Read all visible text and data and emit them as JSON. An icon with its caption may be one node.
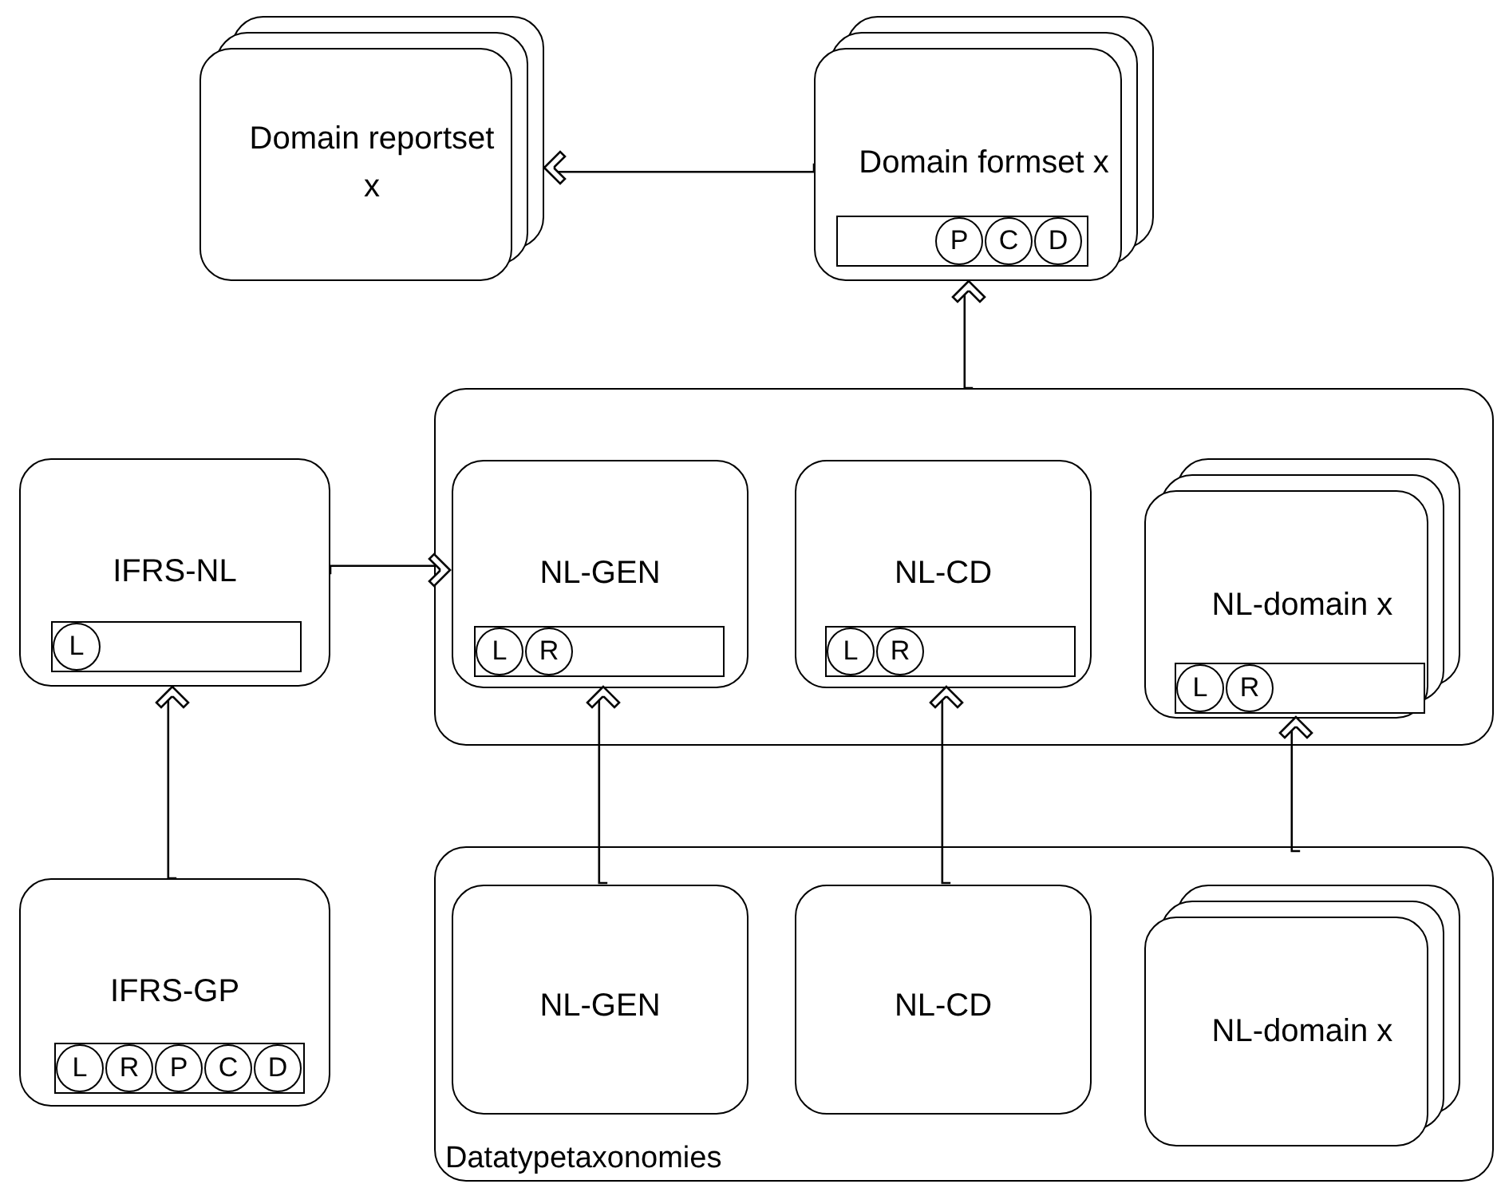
{
  "diagram": {
    "nodes": [
      {
        "text": [
          "Domain reportset x"
        ]
      },
      {
        "text": [
          "Domain formset x"
        ]
      },
      {
        "text": [
          "P"
        ],
        "in": 1
      },
      {
        "text": [
          "C"
        ],
        "in": 1
      },
      {
        "text": [
          "D"
        ],
        "in": 1
      },
      {
        "text": [
          "IFRS-NL"
        ]
      },
      {
        "text": [
          "L"
        ],
        "in": 5
      },
      {
        "text": [],
        "shape": "box"
      },
      {
        "text": [
          "NL-GEN"
        ],
        "in": 7
      },
      {
        "text": [
          "L"
        ],
        "in": 8
      },
      {
        "text": [
          "R"
        ],
        "in": 8
      },
      {
        "text": [
          "NL-CD"
        ],
        "in": 7
      },
      {
        "text": [
          "L"
        ],
        "in": 11
      },
      {
        "text": [
          "R"
        ],
        "in": 11
      },
      {
        "text": [
          "NL-domain x"
        ],
        "in": 7
      },
      {
        "text": [
          "L"
        ],
        "in": 14
      },
      {
        "text": [
          "R"
        ],
        "in": 14
      },
      {
        "text": [
          "IFRS-GP"
        ]
      },
      {
        "text": [
          "L"
        ],
        "in": 17
      },
      {
        "text": [
          "R"
        ],
        "in": 17
      },
      {
        "text": [
          "P"
        ],
        "in": 17
      },
      {
        "text": [
          "C"
        ],
        "in": 17
      },
      {
        "text": [
          "D"
        ],
        "in": 17
      },
      {
        "text": [
          "Datatypetaxonomies"
        ]
      },
      {
        "text": [
          "NL-GEN"
        ],
        "in": 23
      },
      {
        "text": [
          "NL-CD"
        ],
        "in": 23
      },
      {
        "text": [
          "NL-domain x"
        ],
        "in": 23
      }
    ],
    "edges": [
      {
        "from": 1,
        "to": 0,
        "arrow": "to"
      },
      {
        "from": 7,
        "to": 1,
        "arrow": "to"
      },
      {
        "from": 5,
        "to": 8,
        "arrow": "to"
      },
      {
        "from": 17,
        "to": 5,
        "arrow": "to"
      },
      {
        "from": 24,
        "to": 8,
        "arrow": "to"
      },
      {
        "from": 25,
        "to": 11,
        "arrow": "to"
      },
      {
        "from": 26,
        "to": 14,
        "arrow": "to"
      }
    ]
  }
}
